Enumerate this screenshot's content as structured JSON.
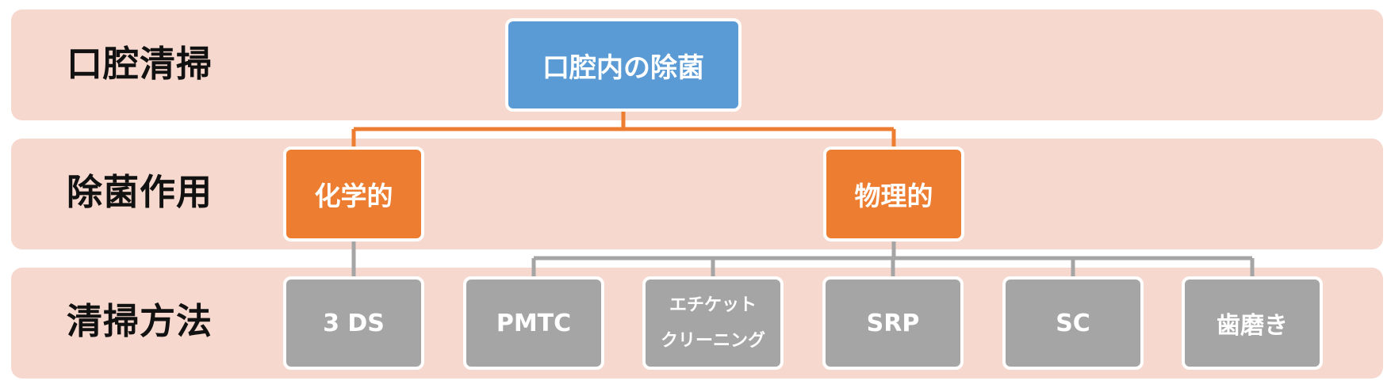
{
  "rows": [
    {
      "label": "口腔清掃"
    },
    {
      "label": "除菌作用"
    },
    {
      "label": "清掃方法"
    }
  ],
  "root": {
    "label": "口腔内の除菌"
  },
  "categories": [
    {
      "label": "化学的"
    },
    {
      "label": "物理的"
    }
  ],
  "methods": [
    {
      "label": "3 DS"
    },
    {
      "label": "PMTC"
    },
    {
      "label_line1": "エチケット",
      "label_line2": "クリーニング"
    },
    {
      "label": "SRP"
    },
    {
      "label": "SC"
    },
    {
      "label": "歯磨き"
    }
  ],
  "colors": {
    "band": "#f7d8ce",
    "root": "#5b9bd5",
    "category": "#ed7d31",
    "method": "#a5a5a5",
    "connector_orange": "#ed7d31",
    "connector_gray": "#a5a5a5"
  }
}
